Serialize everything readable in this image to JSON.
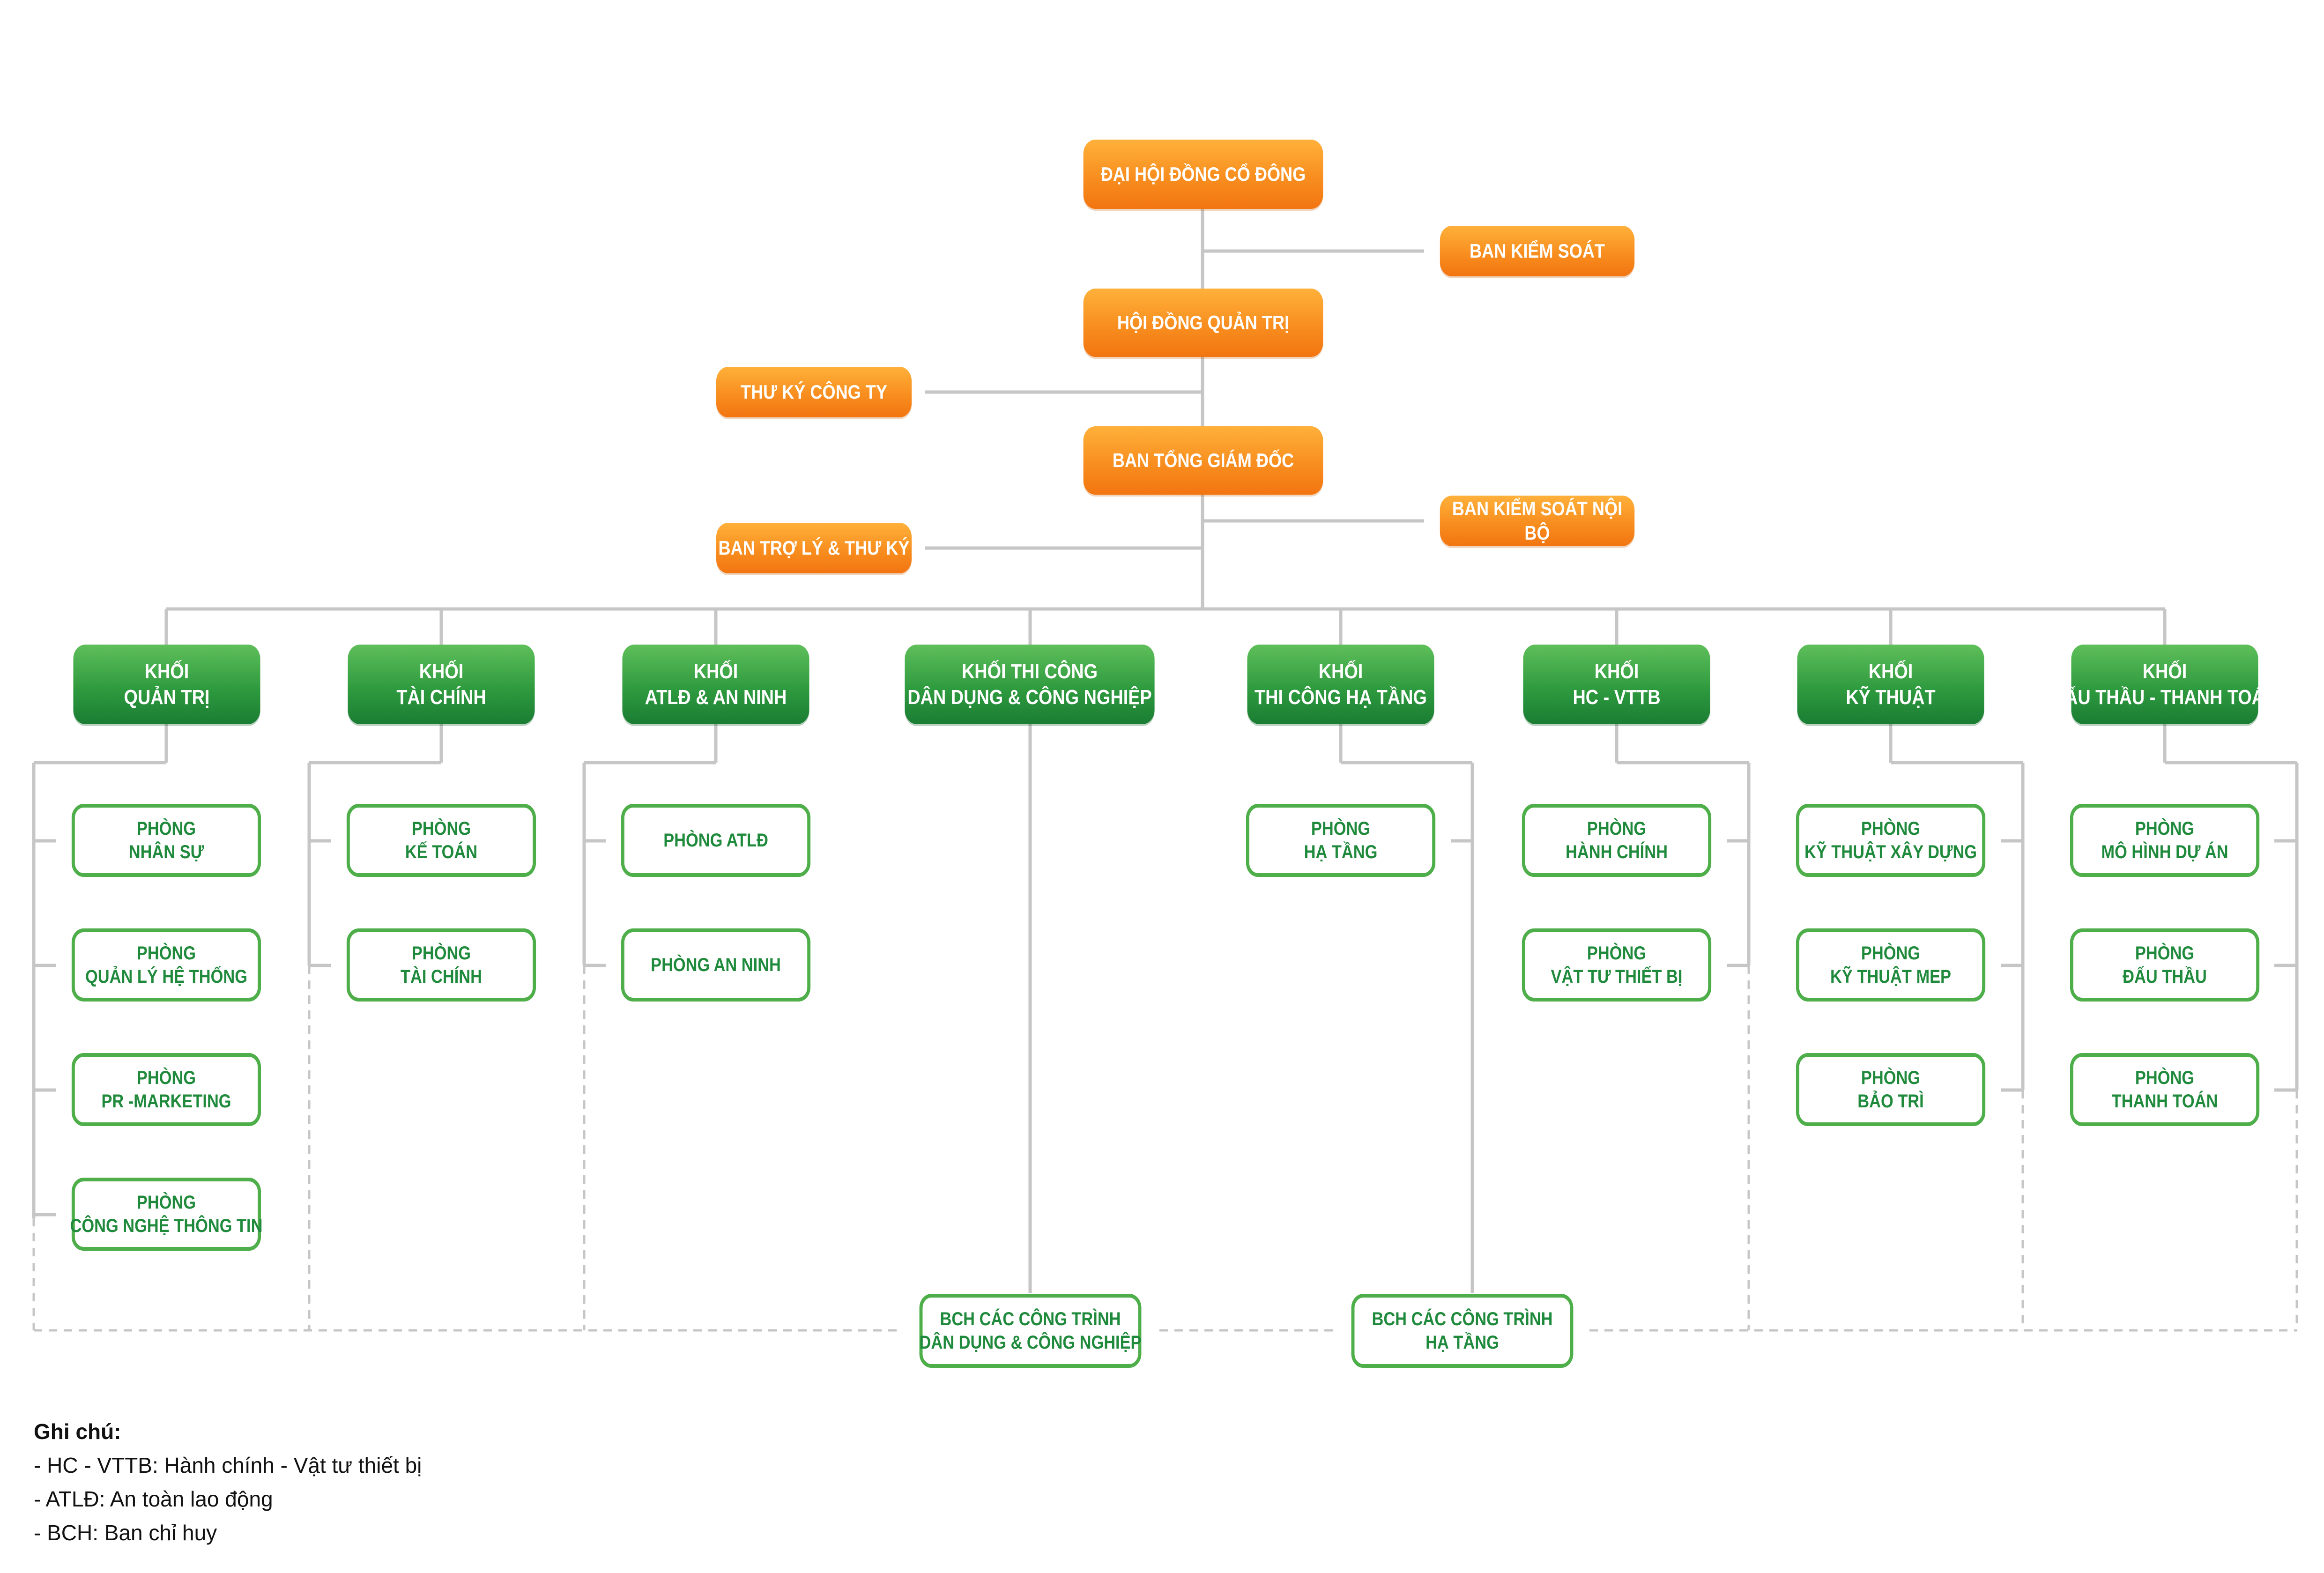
{
  "colors": {
    "orange": "#f7891d",
    "green": "#2e9a3e",
    "dept_border": "#4eae49",
    "dept_text": "#1f8a3c",
    "connector": "#c6c6c6"
  },
  "top": {
    "shareholders": "ĐẠI HỘI ĐỒNG CỔ ĐÔNG",
    "supervisory": "BAN KIỂM SOÁT",
    "board": "HỘI ĐỒNG QUẢN TRỊ",
    "secretary": "THƯ KÝ CÔNG TY",
    "ceo": "BAN TỔNG GIÁM ĐỐC",
    "internal_control": "BAN KIỂM SOÁT NỘI BỘ",
    "assistants": "BAN TRỢ LÝ & THƯ KÝ"
  },
  "blocks": [
    {
      "line1": "KHỐI",
      "line2": "QUẢN TRỊ"
    },
    {
      "line1": "KHỐI",
      "line2": "TÀI CHÍNH"
    },
    {
      "line1": "KHỐI",
      "line2": "ATLĐ & AN NINH"
    },
    {
      "line1": "KHỐI THI CÔNG",
      "line2": "DÂN DỤNG & CÔNG NGHIỆP"
    },
    {
      "line1": "KHỐI",
      "line2": "THI CÔNG HẠ TẦNG"
    },
    {
      "line1": "KHỐI",
      "line2": "HC - VTTB"
    },
    {
      "line1": "KHỐI",
      "line2": "KỸ THUẬT"
    },
    {
      "line1": "KHỐI",
      "line2": "ĐẤU THẦU - THANH TOÁN"
    }
  ],
  "departments": {
    "quan_tri": [
      {
        "line1": "PHÒNG",
        "line2": "NHÂN SỰ"
      },
      {
        "line1": "PHÒNG",
        "line2": "QUẢN LÝ HỆ THỐNG"
      },
      {
        "line1": "PHÒNG",
        "line2": "PR -MARKETING"
      },
      {
        "line1": "PHÒNG",
        "line2": "CÔNG NGHỆ THÔNG TIN"
      }
    ],
    "tai_chinh": [
      {
        "line1": "PHÒNG",
        "line2": "KẾ TOÁN"
      },
      {
        "line1": "PHÒNG",
        "line2": "TÀI CHÍNH"
      }
    ],
    "atld": [
      {
        "line1": "PHÒNG ATLĐ",
        "line2": ""
      },
      {
        "line1": "PHÒNG AN NINH",
        "line2": ""
      }
    ],
    "ha_tang": [
      {
        "line1": "PHÒNG",
        "line2": "HẠ TẦNG"
      }
    ],
    "hc_vttb": [
      {
        "line1": "PHÒNG",
        "line2": "HÀNH CHÍNH"
      },
      {
        "line1": "PHÒNG",
        "line2": "VẬT TƯ THIẾT BỊ"
      }
    ],
    "ky_thuat": [
      {
        "line1": "PHÒNG",
        "line2": "KỸ THUẬT XÂY DỰNG"
      },
      {
        "line1": "PHÒNG",
        "line2": "KỸ THUẬT MEP"
      },
      {
        "line1": "PHÒNG",
        "line2": "BẢO TRÌ"
      }
    ],
    "dau_thau": [
      {
        "line1": "PHÒNG",
        "line2": "MÔ HÌNH DỰ ÁN"
      },
      {
        "line1": "PHÒNG",
        "line2": "ĐẤU THẦU"
      },
      {
        "line1": "PHÒNG",
        "line2": "THANH TOÁN"
      }
    ]
  },
  "sites": [
    {
      "line1": "BCH CÁC CÔNG TRÌNH",
      "line2": "DÂN DỤNG & CÔNG NGHIỆP"
    },
    {
      "line1": "BCH CÁC CÔNG TRÌNH",
      "line2": "HẠ TẦNG"
    }
  ],
  "notes": {
    "heading": "Ghi chú:",
    "items": [
      "- HC - VTTB: Hành chính - Vật tư thiết bị",
      "- ATLĐ: An toàn lao động",
      "- BCH: Ban chỉ huy"
    ]
  }
}
